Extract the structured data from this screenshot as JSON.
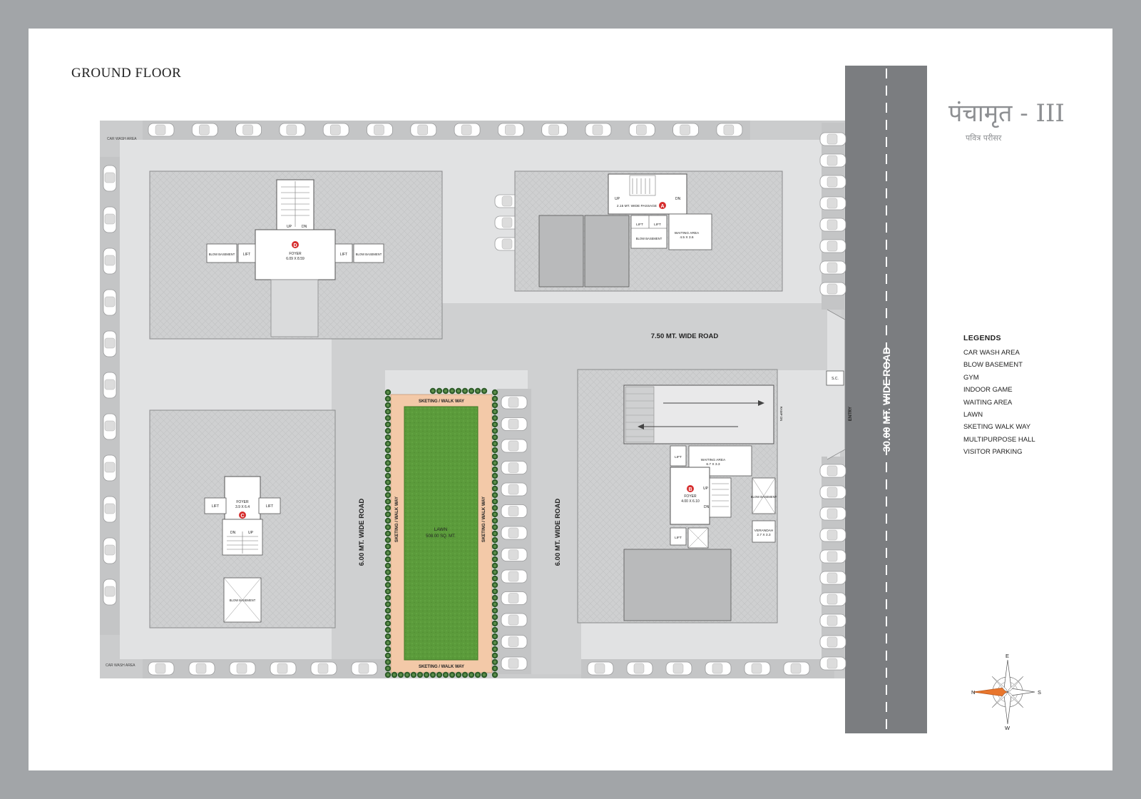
{
  "title": "GROUND FLOOR",
  "logo": {
    "main": "पंचामृत - III",
    "sub": "पवित्र परीसर"
  },
  "roads": {
    "main": "30.00 MT. WIDE ROAD",
    "internal_h": "7.50 MT. WIDE ROAD",
    "internal_v1": "6.00 MT. WIDE ROAD",
    "internal_v2": "6.00 MT. WIDE ROAD"
  },
  "labels": {
    "car_wash_top": "CAR WASH AREA",
    "car_wash_bottom": "CAR WASH AREA",
    "entry": "ENTRY",
    "sc": "S.C.",
    "ramp": "RAMP DN",
    "lawn": "LAWN",
    "lawn_area": "508.00 SQ. MT.",
    "walkway": "SKETING / WALK WAY",
    "passage_a": "2.15 MT. WIDE PASSAGE",
    "waiting_a": "WAITING AREA",
    "waiting_a_dim": "4.5 X 3.6",
    "foyer": "FOYER",
    "foyer_d_dim": "6.09 X 8.59",
    "foyer_c_dim": "3.9 X 6.4",
    "foyer_b_dim": "4.00 X 6.10",
    "waiting_b": "WAITING AREA",
    "waiting_b_dim": "6.7 X 3.3",
    "verandah": "VERANDAH",
    "verandah_dim": "2.7 X 3.3",
    "lift": "LIFT",
    "blow_basement": "BLOW BASEMENT",
    "up": "UP",
    "dn": "DN"
  },
  "blocks": [
    "A",
    "B",
    "C",
    "D"
  ],
  "compass": {
    "n": "N",
    "e": "E",
    "s": "S",
    "w": "W"
  },
  "legend": {
    "heading": "LEGENDS",
    "items": [
      "CAR WASH AREA",
      "BLOW BASEMENT",
      "GYM",
      "INDOOR GAME",
      "WAITING AREA",
      "LAWN",
      "SKETING WALK WAY",
      "MULTIPURPOSE HALL",
      "VISITOR PARKING"
    ]
  },
  "colors": {
    "road": "#7b7d80",
    "lawn": "#5a9a3a",
    "walkway": "#f3c9a8",
    "marker": "#d62e2e",
    "compass": "#e8762d"
  }
}
